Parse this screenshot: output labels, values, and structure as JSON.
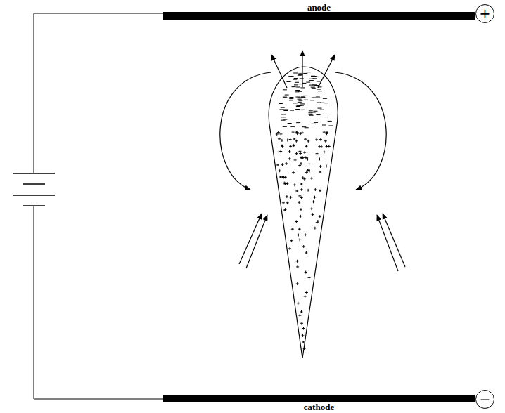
{
  "diagram": {
    "nodes": [
      {
        "text": [
          "anode"
        ]
      },
      {
        "text": [
          "+"
        ]
      },
      {
        "text": [
          "cathode"
        ]
      },
      {
        "text": [
          "−"
        ]
      }
    ]
  }
}
